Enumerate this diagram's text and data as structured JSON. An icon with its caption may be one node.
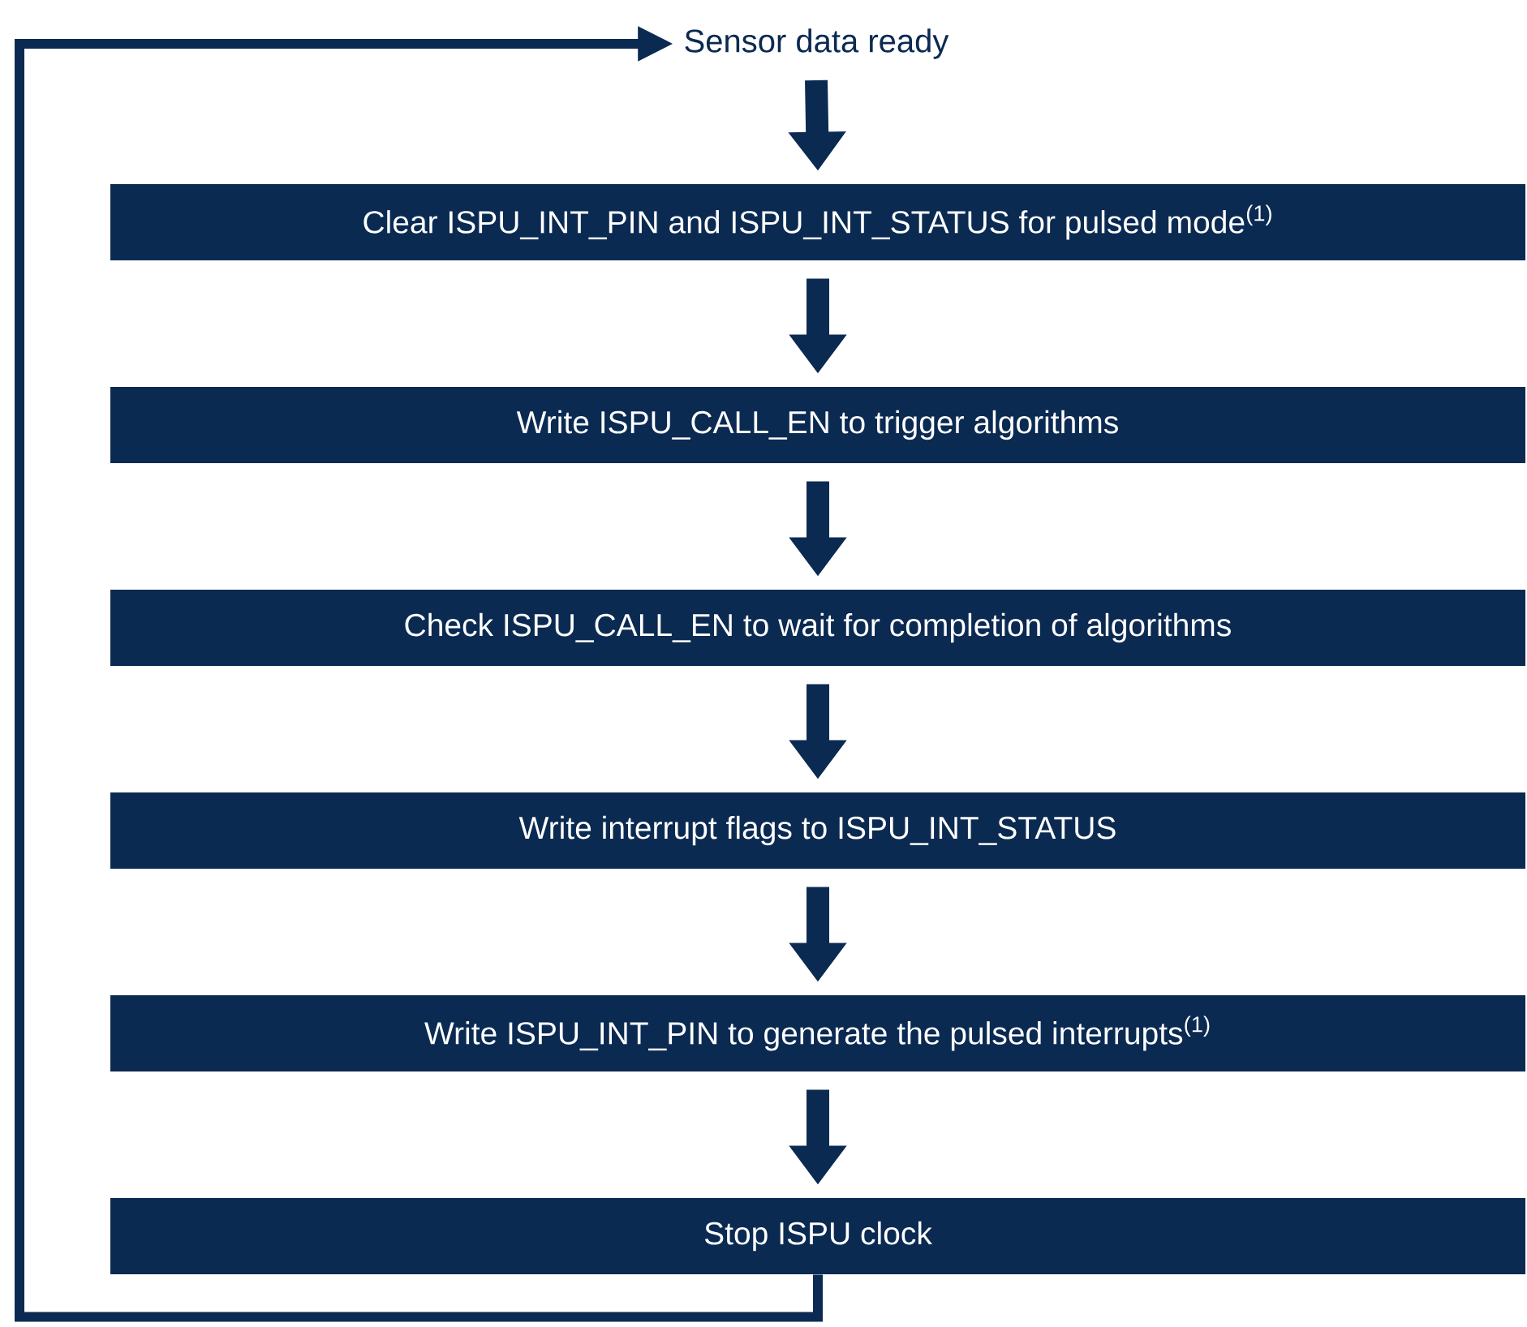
{
  "diagram": {
    "nodes": [
      {
        "text": [
          "Sensor data ready"
        ]
      },
      {
        "text": [
          "Clear ISPU_INT_PIN and ISPU_INT_STATUS for pulsed mode$^{(1)}$"
        ]
      },
      {
        "text": [
          "Write ISPU_CALL_EN to trigger algorithms"
        ]
      },
      {
        "text": [
          "Check ISPU_CALL_EN to wait for completion of algorithms"
        ]
      },
      {
        "text": [
          "Write interrupt flags to ISPU_INT_STATUS"
        ]
      },
      {
        "text": [
          "Write ISPU_INT_PIN to generate the pulsed interrupts$^{(1)}$"
        ]
      },
      {
        "text": [
          "Stop ISPU clock"
        ]
      }
    ],
    "edges": [
      {
        "from": 0,
        "to": 1,
        "arrow": "to"
      },
      {
        "from": 1,
        "to": 2,
        "arrow": "to"
      },
      {
        "from": 2,
        "to": 3,
        "arrow": "to"
      },
      {
        "from": 3,
        "to": 4,
        "arrow": "to"
      },
      {
        "from": 4,
        "to": 5,
        "arrow": "to"
      },
      {
        "from": 5,
        "to": 6,
        "arrow": "to"
      },
      {
        "from": 6,
        "to": 0,
        "arrow": "to"
      }
    ]
  }
}
